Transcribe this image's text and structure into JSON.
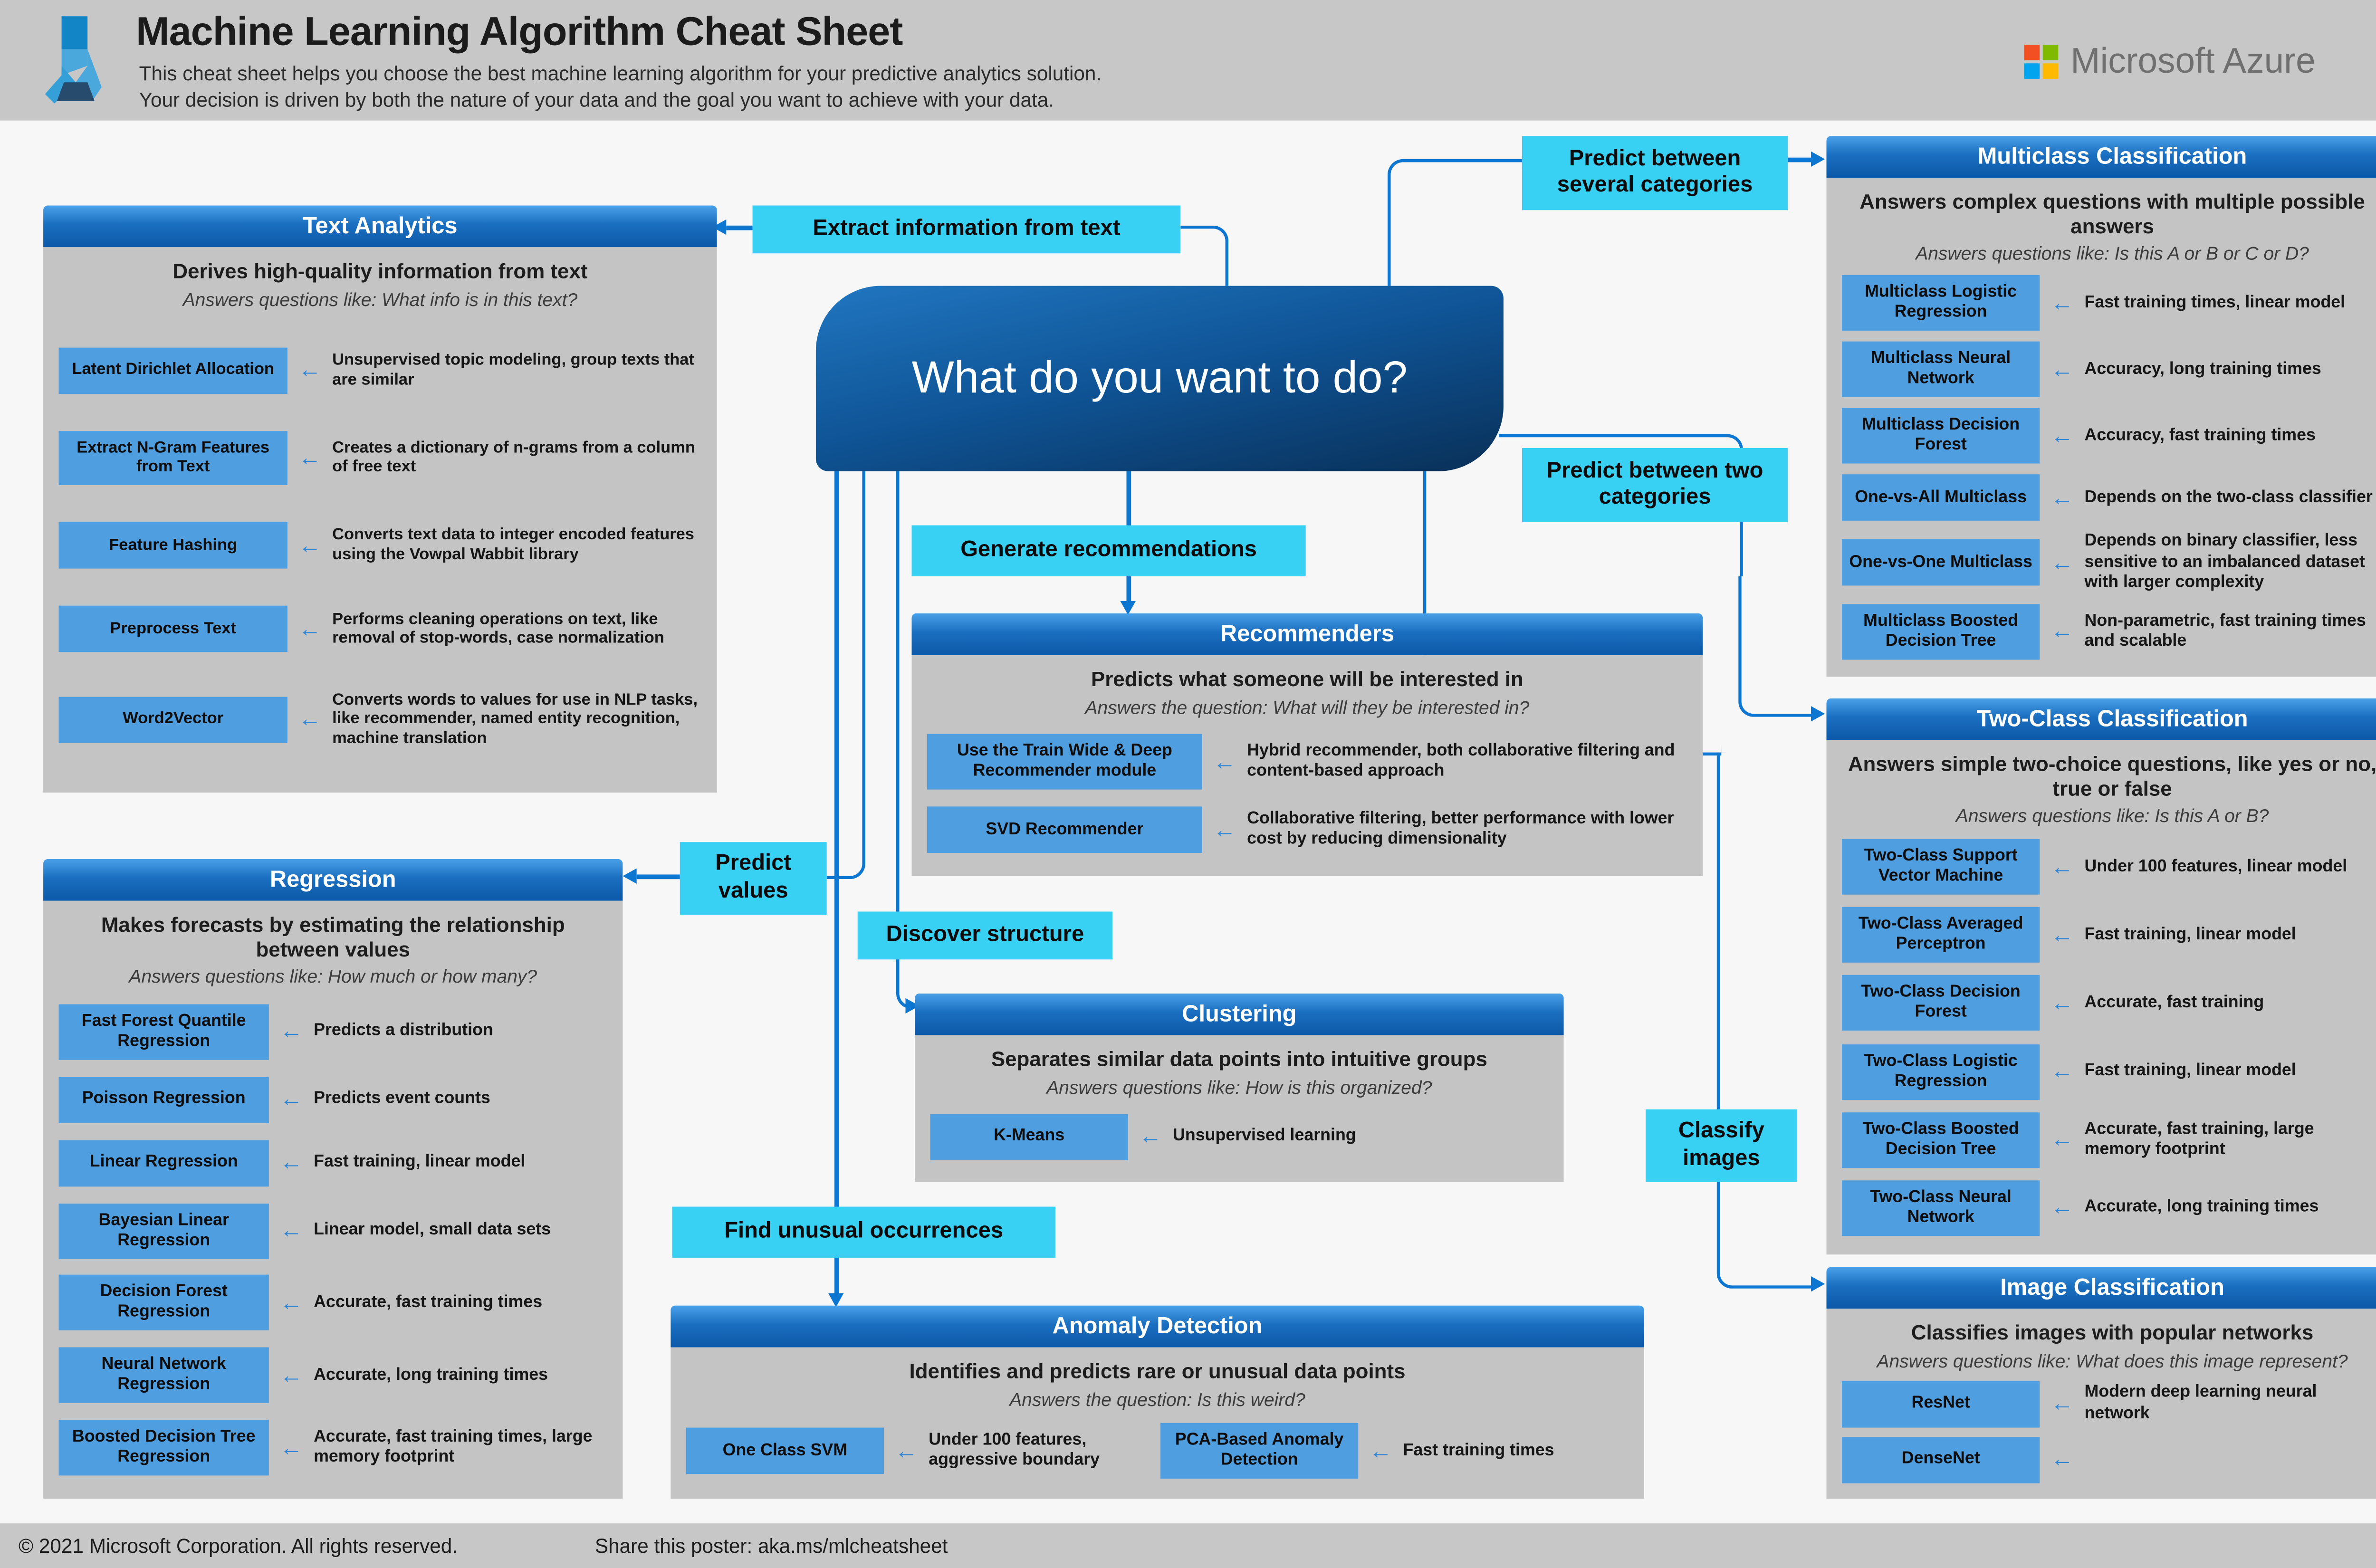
{
  "header": {
    "title": "Machine Learning Algorithm Cheat Sheet",
    "subtitle1": "This cheat sheet helps you choose the best machine learning algorithm for your predictive analytics solution.",
    "subtitle2": "Your decision is driven by both the nature of your data and the goal you want to achieve with your data.",
    "brand": "Microsoft Azure"
  },
  "center": {
    "question": "What do you want to do?"
  },
  "labels": {
    "extract": "Extract information from text",
    "several": "Predict between several categories",
    "two": "Predict between two categories",
    "generate": "Generate recommendations",
    "predict_values": "Predict values",
    "discover": "Discover structure",
    "find_unusual": "Find unusual occurrences",
    "classify": "Classify images"
  },
  "panels": {
    "text_analytics": {
      "header": "Text Analytics",
      "title": "Derives high-quality information from text",
      "question": "Answers questions like: What info is in this text?",
      "items": [
        {
          "name": "Latent Dirichlet Allocation",
          "desc": "Unsupervised topic modeling, group texts that are similar"
        },
        {
          "name": "Extract N-Gram Features from Text",
          "desc": "Creates a dictionary of n-grams from a column of free text"
        },
        {
          "name": "Feature Hashing",
          "desc": "Converts text data to integer encoded features using the Vowpal Wabbit library"
        },
        {
          "name": "Preprocess Text",
          "desc": "Performs cleaning operations on text, like removal of stop-words, case normalization"
        },
        {
          "name": "Word2Vector",
          "desc": "Converts words to values for use in NLP tasks, like recommender, named entity recognition, machine translation"
        }
      ]
    },
    "regression": {
      "header": "Regression",
      "title": "Makes forecasts by estimating the relationship between values",
      "question": "Answers questions like: How much or how many?",
      "items": [
        {
          "name": "Fast Forest Quantile Regression",
          "desc": "Predicts a distribution"
        },
        {
          "name": "Poisson Regression",
          "desc": "Predicts event counts"
        },
        {
          "name": "Linear Regression",
          "desc": "Fast training, linear model"
        },
        {
          "name": "Bayesian Linear Regression",
          "desc": "Linear model, small data sets"
        },
        {
          "name": "Decision Forest Regression",
          "desc": "Accurate, fast training times"
        },
        {
          "name": "Neural Network Regression",
          "desc": "Accurate, long training times"
        },
        {
          "name": "Boosted Decision Tree Regression",
          "desc": "Accurate, fast training times, large memory footprint"
        }
      ]
    },
    "recommenders": {
      "header": "Recommenders",
      "title": "Predicts what someone will be interested in",
      "question": "Answers the question: What will they be interested in?",
      "items": [
        {
          "name": "Use the Train Wide & Deep Recommender module",
          "desc": "Hybrid recommender, both collaborative filtering and content-based approach"
        },
        {
          "name": "SVD Recommender",
          "desc": "Collaborative filtering, better performance with lower cost by reducing dimensionality"
        }
      ]
    },
    "clustering": {
      "header": "Clustering",
      "title": "Separates similar data points into intuitive groups",
      "question": "Answers questions like: How is this organized?",
      "items": [
        {
          "name": "K-Means",
          "desc": "Unsupervised learning"
        }
      ]
    },
    "anomaly": {
      "header": "Anomaly Detection",
      "title": "Identifies and predicts rare or unusual data points",
      "question": "Answers the question: Is this weird?",
      "items": [
        {
          "name": "One Class SVM",
          "desc": "Under 100 features, aggressive boundary"
        },
        {
          "name": "PCA-Based Anomaly Detection",
          "desc": "Fast training times"
        }
      ]
    },
    "multiclass": {
      "header": "Multiclass Classification",
      "title": "Answers complex questions with multiple possible answers",
      "question": "Answers questions like: Is this A or B or C or D?",
      "items": [
        {
          "name": "Multiclass Logistic Regression",
          "desc": "Fast training times, linear model"
        },
        {
          "name": "Multiclass Neural Network",
          "desc": "Accuracy, long training times"
        },
        {
          "name": "Multiclass Decision Forest",
          "desc": "Accuracy, fast training times"
        },
        {
          "name": "One-vs-All Multiclass",
          "desc": "Depends on the two-class classifier"
        },
        {
          "name": "One-vs-One Multiclass",
          "desc": "Depends on binary classifier, less sensitive to an imbalanced dataset with larger complexity"
        },
        {
          "name": "Multiclass Boosted Decision Tree",
          "desc": "Non-parametric, fast training times and scalable"
        }
      ]
    },
    "two_class": {
      "header": "Two-Class Classification",
      "title": "Answers simple two-choice questions, like yes or no, true or false",
      "question": "Answers questions like: Is this A or B?",
      "items": [
        {
          "name": "Two-Class Support Vector Machine",
          "desc": "Under 100 features, linear model"
        },
        {
          "name": "Two-Class Averaged Perceptron",
          "desc": "Fast training, linear model"
        },
        {
          "name": "Two-Class Decision Forest",
          "desc": "Accurate, fast training"
        },
        {
          "name": "Two-Class Logistic Regression",
          "desc": "Fast training, linear model"
        },
        {
          "name": "Two-Class Boosted Decision Tree",
          "desc": "Accurate, fast training, large memory footprint"
        },
        {
          "name": "Two-Class Neural Network",
          "desc": "Accurate, long training times"
        }
      ]
    },
    "image": {
      "header": "Image Classification",
      "title": "Classifies images with popular networks",
      "question": "Answers questions like: What does this image represent?",
      "items": [
        {
          "name": "ResNet",
          "desc": "Modern deep learning neural network"
        },
        {
          "name": "DenseNet",
          "desc": ""
        }
      ]
    }
  },
  "footer": {
    "copyright": "© 2021 Microsoft Corporation. All rights reserved.",
    "share": "Share this poster: aka.ms/mlcheatsheet"
  },
  "colors": {
    "accent_cyan": "#38d1f4",
    "connector_blue": "#0d76d1",
    "algorithm_blue": "#4f9edf",
    "panel_header_top": "#4aa1e8",
    "panel_header_bottom": "#0c58a8",
    "panel_body_gray": "#c4c4c4",
    "band_gray": "#c7c7c7",
    "central_box_top": "#2076c0",
    "central_box_bottom": "#093058",
    "ms_red": "#f25022",
    "ms_green": "#7fba00",
    "ms_blue": "#00a4ef",
    "ms_yellow": "#ffb900"
  }
}
